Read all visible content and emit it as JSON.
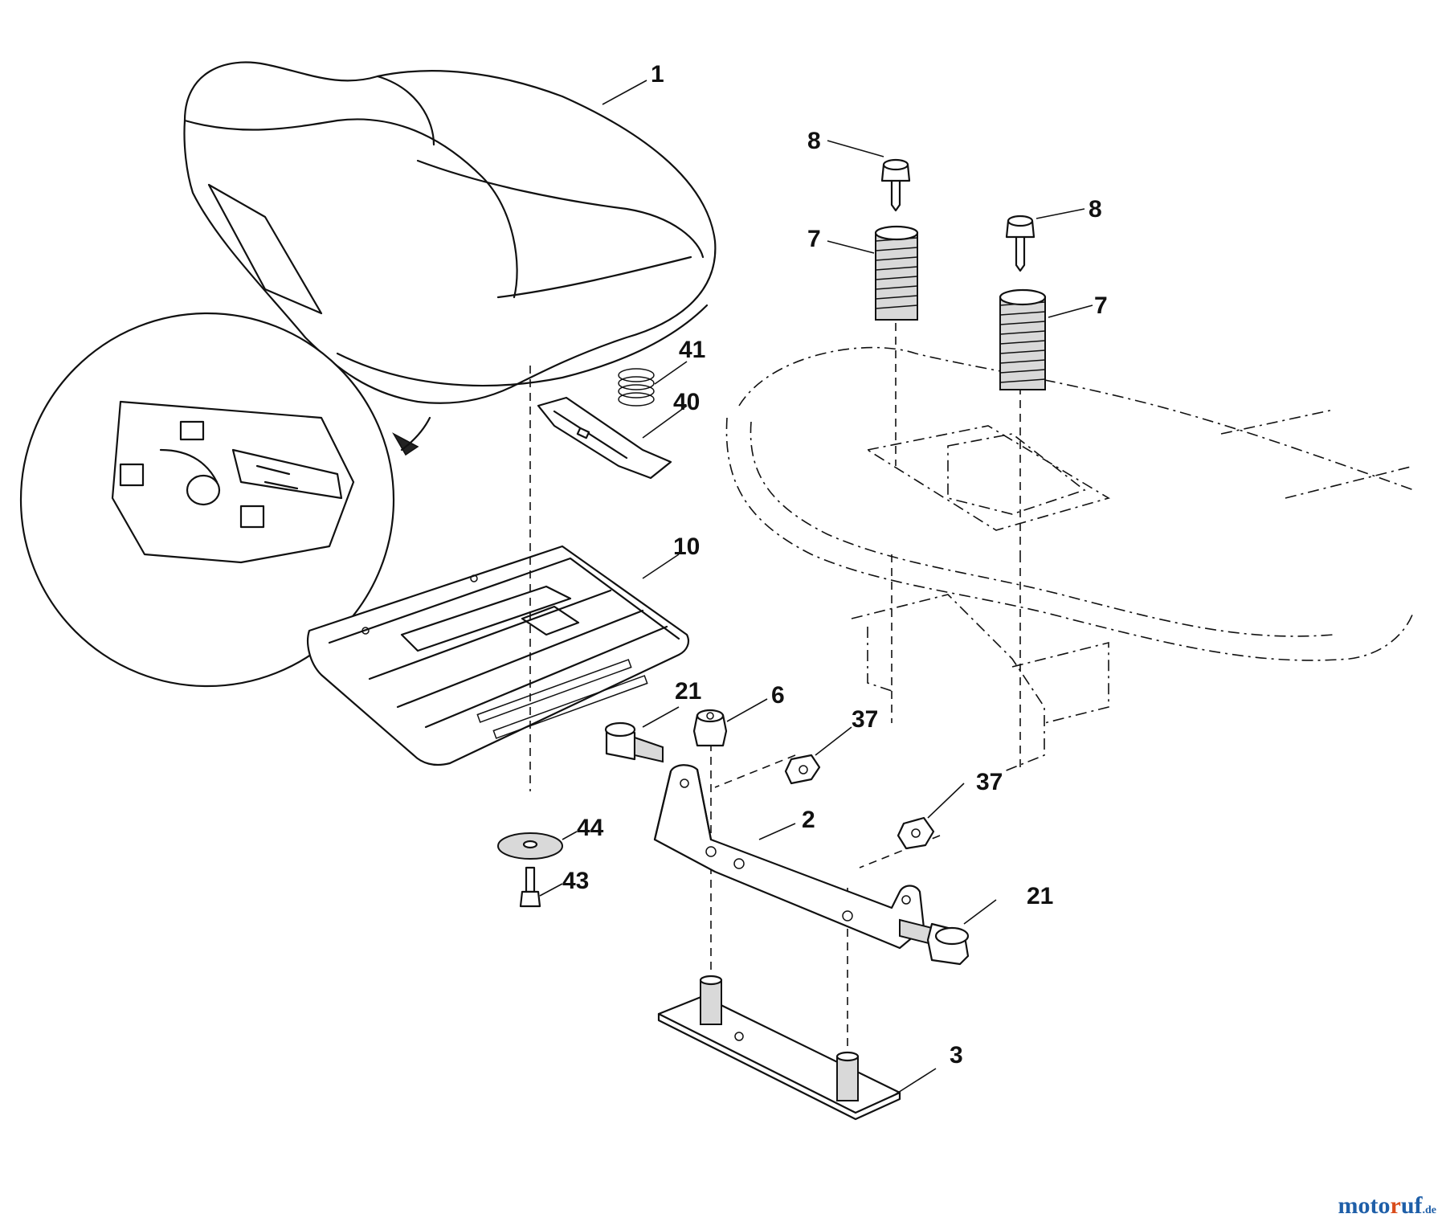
{
  "callouts": {
    "c1": "1",
    "c8a": "8",
    "c8b": "8",
    "c7a": "7",
    "c7b": "7",
    "c41": "41",
    "c40": "40",
    "c10": "10",
    "c21a": "21",
    "c6": "6",
    "c37a": "37",
    "c37b": "37",
    "c2": "2",
    "c44": "44",
    "c43": "43",
    "c21b": "21",
    "c3": "3"
  },
  "watermark": {
    "part_a": "moto",
    "part_b": "r",
    "part_c": "uf",
    "part_d": ".de"
  }
}
